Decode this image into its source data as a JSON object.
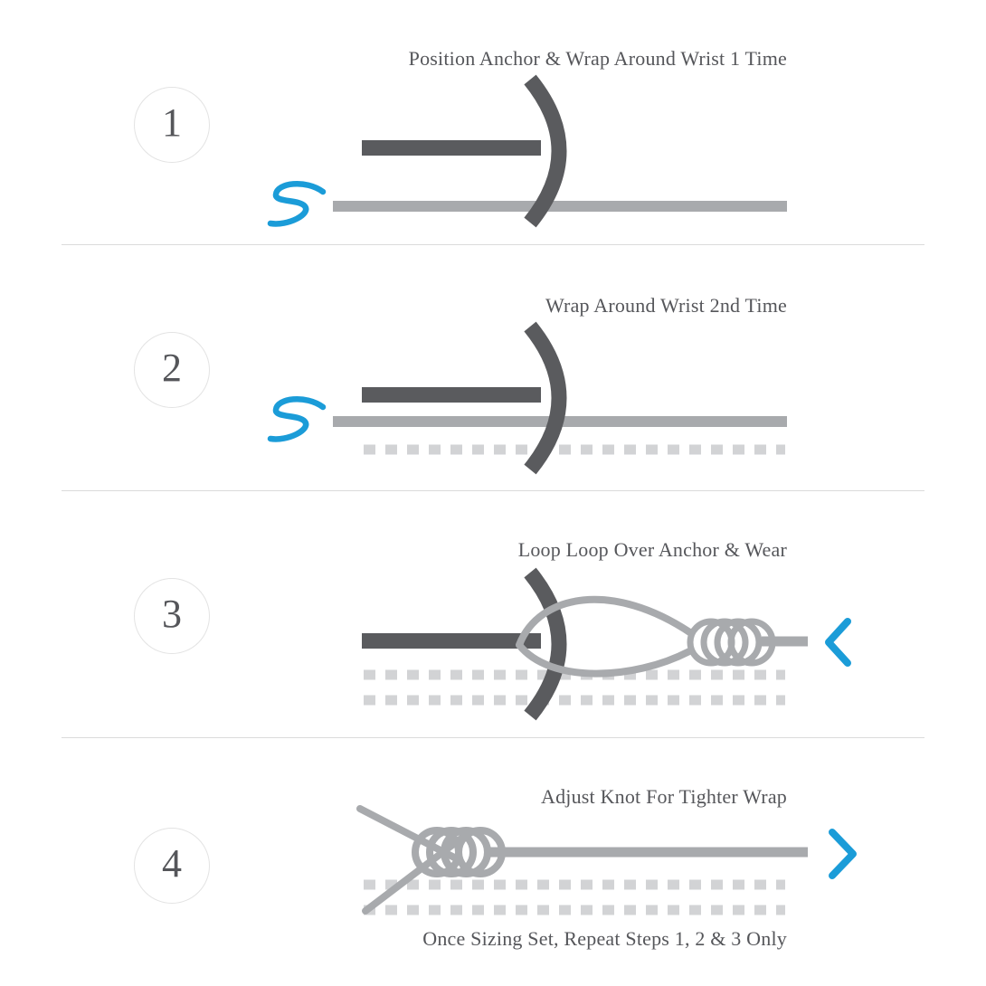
{
  "colors": {
    "anchor": "#5a5b5e",
    "strap": "#a8aaad",
    "dash": "#d2d3d5",
    "accent": "#1b9cd8",
    "text": "#55565a"
  },
  "steps": [
    {
      "number": "1",
      "title": "Position Anchor & Wrap Around Wrist 1 Time"
    },
    {
      "number": "2",
      "title": "Wrap Around Wrist 2nd Time"
    },
    {
      "number": "3",
      "title": "Loop Loop Over Anchor & Wear"
    },
    {
      "number": "4",
      "title": "Adjust Knot For Tighter Wrap"
    }
  ],
  "footer": {
    "text": "Once Sizing Set, Repeat Steps 1, 2 & 3 Only"
  }
}
